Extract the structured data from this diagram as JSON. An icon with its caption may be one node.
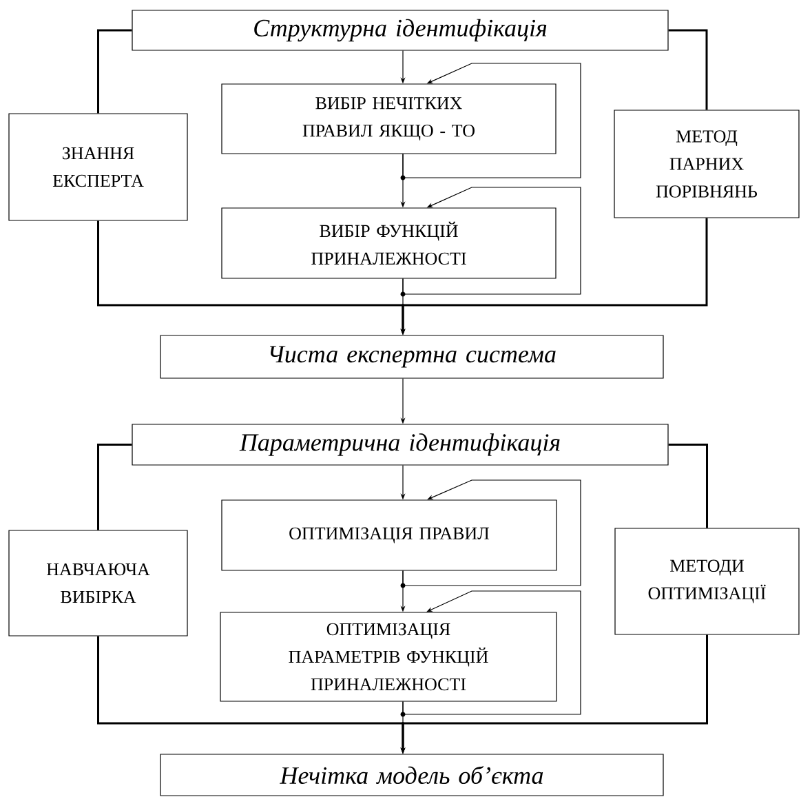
{
  "diagram": {
    "nodes": [
      {
        "text": [
          "Структурна ідентифікація"
        ]
      },
      {
        "text": [
          "ЗНАННЯ ЕКСПЕРТА"
        ]
      },
      {
        "text": [
          "ВИБІР НЕЧІТКИХ ПРАВИЛ ЯКЩО - ТО"
        ]
      },
      {
        "text": [
          "ВИБІР ФУНКЦІЙ ПРИНАЛЕЖНОСТІ"
        ]
      },
      {
        "text": [
          "МЕТОД ПАРНИХ ПОРІВНЯНЬ"
        ]
      },
      {
        "text": [
          "Чиста експертна система"
        ]
      },
      {
        "text": [
          "Параметрична ідентифікація"
        ]
      },
      {
        "text": [
          "НАВЧАЮЧА ВИБІРКА"
        ]
      },
      {
        "text": [
          "ОПТИМІЗАЦІЯ ПРАВИЛ"
        ]
      },
      {
        "text": [
          "ОПТИМІЗАЦІЯ ПАРАМЕТРІВ ФУНКЦІЙ ПРИНАЛЕЖНОСТІ"
        ]
      },
      {
        "text": [
          "МЕТОДИ ОПТИМІЗАЦІЇ"
        ]
      },
      {
        "text": [
          "Нечітка модель об’єкта"
        ]
      }
    ],
    "edges": [
      {
        "from": 0,
        "to": 2,
        "arrow": "to"
      },
      {
        "from": 2,
        "to": 3,
        "arrow": "to"
      },
      {
        "from": 2,
        "to": 2,
        "arrow": "to"
      },
      {
        "from": 3,
        "to": 3,
        "arrow": "to"
      },
      {
        "from": 3,
        "to": 5,
        "arrow": "to"
      },
      {
        "from": 0,
        "to": 1,
        "arrow": "none",
        "style": "thick"
      },
      {
        "from": 0,
        "to": 4,
        "arrow": "none",
        "style": "thick"
      },
      {
        "from": 1,
        "to": 5,
        "arrow": "to",
        "style": "thick"
      },
      {
        "from": 4,
        "to": 5,
        "arrow": "to",
        "style": "thick"
      },
      {
        "from": 5,
        "to": 6,
        "arrow": "to"
      },
      {
        "from": 6,
        "to": 8,
        "arrow": "to"
      },
      {
        "from": 8,
        "to": 9,
        "arrow": "to"
      },
      {
        "from": 8,
        "to": 8,
        "arrow": "to"
      },
      {
        "from": 9,
        "to": 9,
        "arrow": "to"
      },
      {
        "from": 9,
        "to": 11,
        "arrow": "to"
      },
      {
        "from": 6,
        "to": 7,
        "arrow": "none",
        "style": "thick"
      },
      {
        "from": 6,
        "to": 10,
        "arrow": "none",
        "style": "thick"
      },
      {
        "from": 7,
        "to": 11,
        "arrow": "to",
        "style": "thick"
      },
      {
        "from": 10,
        "to": 11,
        "arrow": "to",
        "style": "thick"
      }
    ]
  }
}
